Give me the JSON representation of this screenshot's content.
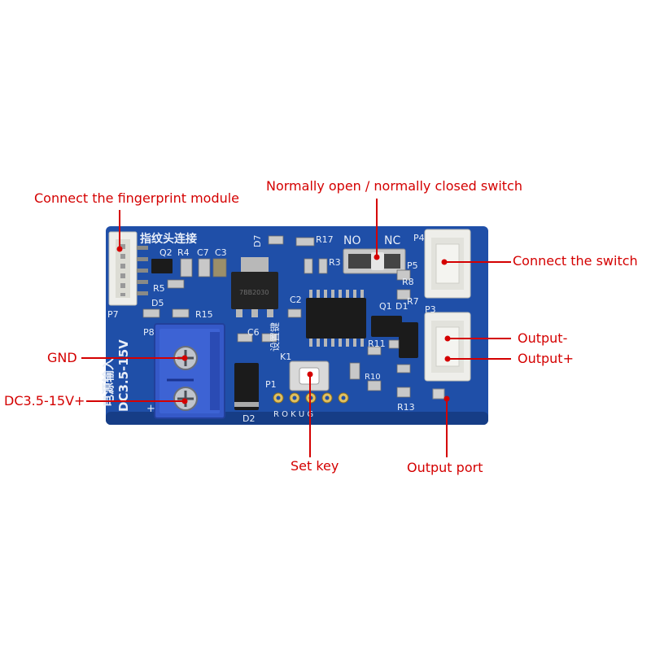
{
  "colors": {
    "label": "#d40000",
    "board": "#1f4fa8",
    "board_dark": "#163d86",
    "silkscreen": "#e8eef8",
    "terminal_blue": "#3559c8",
    "connector_white": "#eeeeea",
    "chip_black": "#1b1b1b"
  },
  "callouts": {
    "fingerprint": "Connect the fingerprint module",
    "switch_no_nc": "Normally open / normally closed switch",
    "connect_switch": "Connect the switch",
    "output_minus": "Output-",
    "output_plus": "Output+",
    "gnd": "GND",
    "dc_plus": "DC3.5-15V+",
    "set_key": "Set key",
    "output_port": "Output port"
  },
  "silkscreen": {
    "fingerprint_header": "指纹头连接",
    "power_input": "电源输入",
    "voltage": "DC3.5-15V",
    "setting": "设置键",
    "no": "NO",
    "nc": "NC",
    "p1": "P1",
    "p3": "P3",
    "p4": "P4",
    "p5": "P5",
    "p7": "P7",
    "p8": "P8",
    "k1": "K1",
    "q1": "Q1",
    "q2": "Q2",
    "r4": "R4",
    "c7": "C7",
    "c3": "C3",
    "c2": "C2",
    "c6": "C6",
    "d1": "D1",
    "d2": "D2",
    "d5": "D5",
    "d7": "D7",
    "r3": "R3",
    "r5": "R5",
    "r7": "R7",
    "r8": "R8",
    "r11": "R11",
    "r13": "R13",
    "r15": "R15",
    "r17": "R17",
    "r10": "R10",
    "pin_row": "R O K U G",
    "plus": "+",
    "regulator_mark": "7BB2030"
  }
}
